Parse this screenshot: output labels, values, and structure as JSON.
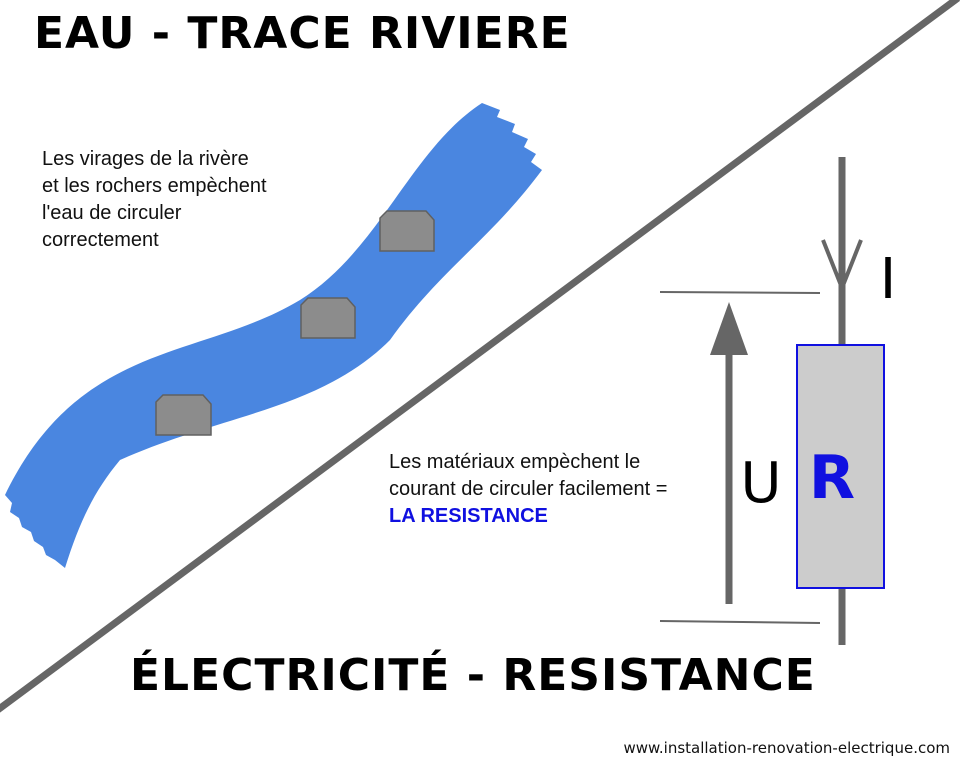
{
  "titles": {
    "water": "EAU - TRACE RIVIERE",
    "electricity": "ÉLECTRICITÉ - RESISTANCE"
  },
  "water_caption": {
    "lines": [
      "Les virages de la rivère",
      "et les rochers empèchent",
      "l'eau        de       circuler",
      "correctement"
    ]
  },
  "electric_caption": {
    "lines": [
      "Les matériaux empèchent le",
      "courant de circuler facilement ="
    ],
    "highlight": "LA RESISTANCE"
  },
  "symbols": {
    "current": "I",
    "voltage": "U",
    "resistor": "R"
  },
  "footer": {
    "website": "www.installation-renovation-electrique.com"
  },
  "colors": {
    "river": "#4a86e0",
    "rock_fill": "#8c8c8c",
    "rock_stroke": "#606060",
    "divider": "#666666",
    "wire": "#666666",
    "resistor_fill": "#cccccc",
    "resistor_border": "#1010e0",
    "resistance_label": "#1010e0",
    "text": "#000000"
  }
}
